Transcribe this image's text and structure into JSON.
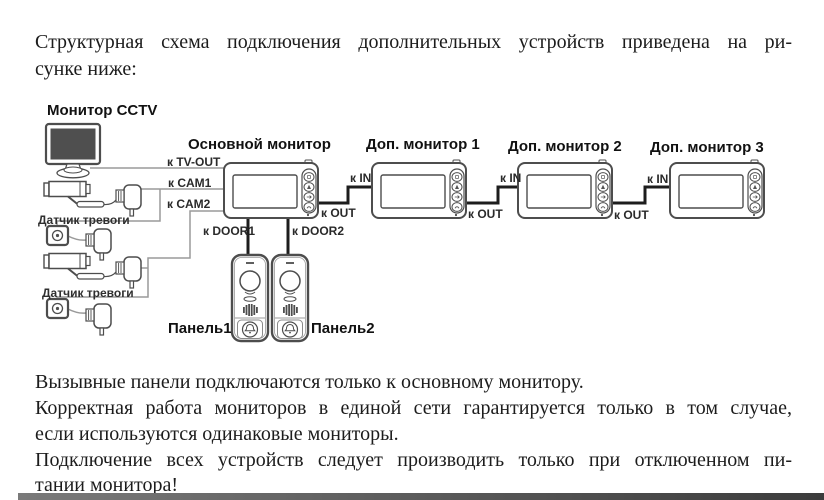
{
  "intro": {
    "line1": "Структурная схема подключения дополнительных устройств приведена на ри-",
    "line2": "сунке ниже:"
  },
  "notes": {
    "line1": "Вызывные панели подключаются только к основному монитору.",
    "line2": "Корректная работа мониторов в единой сети гарантируется только в том случае,",
    "line3": "если используются одинаковые мониторы.",
    "line4": "Подключение всех устройств следует производить только при отключенном пи-",
    "line5": "тании монитора!"
  },
  "diagram": {
    "cctv_monitor_label": "Монитор CCTV",
    "main_monitor_title": "Основной монитор",
    "add_monitor1_title": "Доп. монитор 1",
    "add_monitor2_title": "Доп. монитор 2",
    "add_monitor3_title": "Доп. монитор 3",
    "panel1_label": "Панель1",
    "panel2_label": "Панель2",
    "alarm_sensor1_label": "Датчик тревоги",
    "alarm_sensor2_label": "Датчик тревоги",
    "ports": {
      "tv_out": "к TV-OUT",
      "cam1": "к CAM1",
      "cam2": "к CAM2",
      "door1": "к DOOR1",
      "door2": "к DOOR2",
      "in": "к IN",
      "out": "к OUT"
    },
    "colors": {
      "thin_wire": "#9a9a9a",
      "thick_wire": "#1d1d1d",
      "device_outline": "#4d4d4d",
      "screen_fill": "#4f4f4f"
    }
  }
}
